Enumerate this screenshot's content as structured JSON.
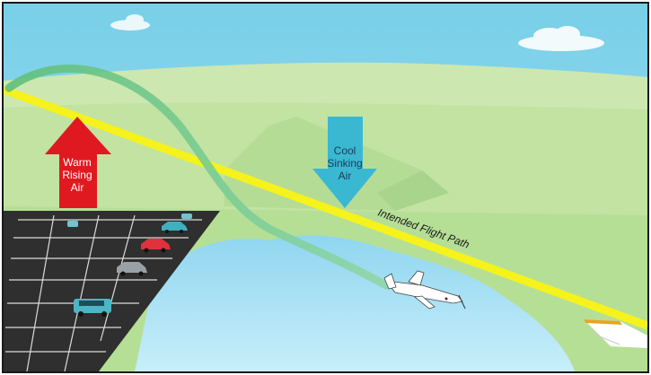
{
  "labels": {
    "warm_line1": "Warm",
    "warm_line2": "Rising",
    "warm_line3": "Air",
    "cool_line1": "Cool",
    "cool_line2": "Sinking",
    "cool_line3": "Air",
    "flight_path": "Intended Flight Path"
  },
  "colors": {
    "sky": "#7fd3ea",
    "hills": "#c6e4a3",
    "grass": "#bfe29e",
    "water": "#a9e1f5",
    "parking_lot": "#333333",
    "flight_path_line": "#f6f21c",
    "warm_arrow": "#e01920",
    "cool_arrow": "#3ab8d2",
    "actual_path": "#6fc48a"
  }
}
